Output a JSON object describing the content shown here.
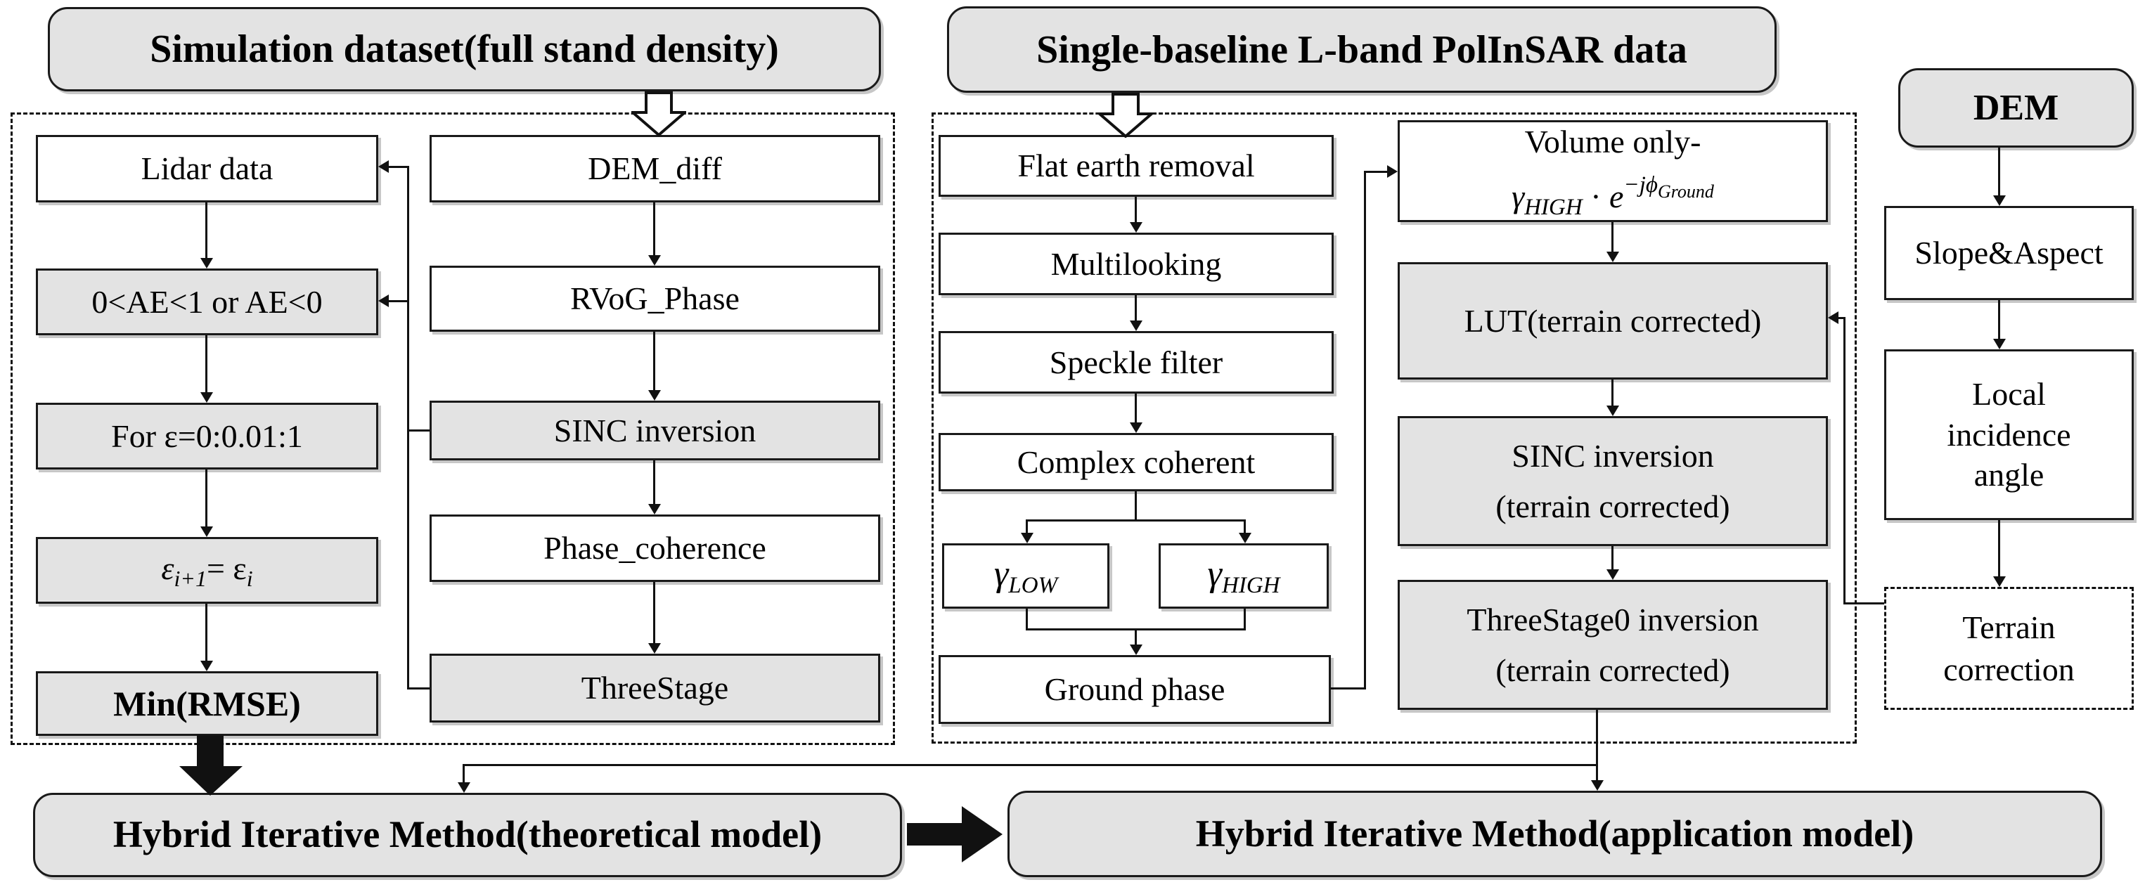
{
  "headers": {
    "simulation": "Simulation dataset(full stand density)",
    "polinsar": "Single-baseline L-band PolInSAR data",
    "dem": "DEM"
  },
  "left_panel": {
    "lidar": "Lidar data",
    "ae_condition": "0<AE<1 or AE<0",
    "for_loop": "For ε=0:0.01:1",
    "epsilon": {
      "base1": "ε",
      "sub1": "i+1",
      "equals": "= ε",
      "sub2": "i"
    },
    "min_rmse": "Min(RMSE)",
    "dem_diff": "DEM_diff",
    "rvog_phase": "RVoG_Phase",
    "sinc_inversion": "SINC inversion",
    "phase_coherence": "Phase_coherence",
    "three_stage": "ThreeStage"
  },
  "middle_panel": {
    "flat_earth": "Flat earth removal",
    "multilooking": "Multilooking",
    "speckle_filter": "Speckle filter",
    "complex_coherent": "Complex coherent",
    "gamma_low": {
      "base": "γ",
      "sub": "LOW"
    },
    "gamma_high": {
      "base": "γ",
      "sub": "HIGH"
    },
    "ground_phase": "Ground phase",
    "volume_only": {
      "prefix": "Volume only-",
      "gamma": "γ",
      "gamma_sub": "HIGH",
      "dot": " · ",
      "e_base": "e",
      "exp": "−jϕ",
      "exp_sub": "Ground"
    },
    "lut": "LUT(terrain corrected)",
    "sinc_tc": {
      "line1": "SINC inversion",
      "line2": "(terrain corrected)"
    },
    "three_stage0": {
      "line1": "ThreeStage0 inversion",
      "line2": "(terrain corrected)"
    }
  },
  "right_panel": {
    "slope_aspect": "Slope&Aspect",
    "local_incidence": "Local incidence angle",
    "terrain_correction": "Terrain correction"
  },
  "bottom": {
    "theoretical": "Hybrid Iterative Method(theoretical model)",
    "application": "Hybrid Iterative Method(application model)"
  },
  "colors": {
    "box_gray": "#e3e3e3",
    "box_white": "#ffffff",
    "line": "#1a1a1a"
  }
}
